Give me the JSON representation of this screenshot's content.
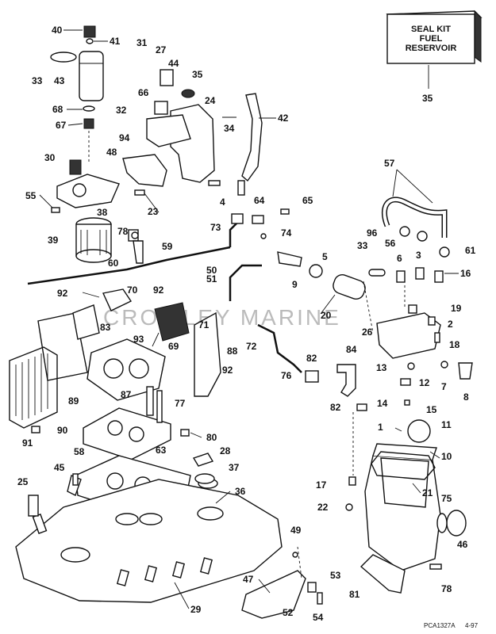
{
  "seal_kit_box": {
    "lines": [
      "SEAL KIT",
      "FUEL",
      "RESERVOIR"
    ],
    "callout": "35"
  },
  "watermark": "CROWLEY MARINE",
  "drawing_code": "PCA1327A",
  "drawing_date": "4-97",
  "callouts": {
    "c40": "40",
    "c41": "41",
    "c33": "33",
    "c43": "43",
    "c68": "68",
    "c67": "67",
    "c30": "30",
    "c48": "48",
    "c55": "55",
    "c38": "38",
    "c39": "39",
    "c23": "23",
    "c78": "78",
    "c60": "60",
    "c59": "59",
    "c31": "31",
    "c27": "27",
    "c44": "44",
    "c35": "35",
    "c66": "66",
    "c32": "32",
    "c24": "24",
    "c94": "94",
    "c34": "34",
    "c42": "42",
    "c4": "4",
    "c64": "64",
    "c65": "65",
    "c73": "73",
    "c74": "74",
    "c57": "57",
    "c96": "96",
    "c56": "56",
    "c61": "61",
    "c33b": "33",
    "c6": "6",
    "c3": "3",
    "c16": "16",
    "c5": "5",
    "c9": "9",
    "c50": "50",
    "c20": "20",
    "c51": "51",
    "c92a": "92",
    "c70": "70",
    "c92b": "92",
    "c19": "19",
    "c2": "2",
    "c18": "18",
    "c26": "26",
    "c83": "83",
    "c93": "93",
    "c71": "71",
    "c72": "72",
    "c69": "69",
    "c88": "88",
    "c92c": "92",
    "c76": "76",
    "c82a": "82",
    "c84": "84",
    "c13": "13",
    "c12": "12",
    "c7": "7",
    "c8": "8",
    "c89": "89",
    "c87": "87",
    "c77": "77",
    "c90": "90",
    "c82b": "82",
    "c14": "14",
    "c15": "15",
    "c1": "1",
    "c11": "11",
    "c91": "91",
    "c58": "58",
    "c80": "80",
    "c28": "28",
    "c63": "63",
    "c45": "45",
    "c37": "37",
    "c10": "10",
    "c25": "25",
    "c36": "36",
    "c17": "17",
    "c21": "21",
    "c22": "22",
    "c75": "75",
    "c46": "46",
    "c49": "49",
    "c53": "53",
    "c47": "47",
    "c81": "81",
    "c78b": "78",
    "c29": "29",
    "c52": "52",
    "c54": "54"
  }
}
